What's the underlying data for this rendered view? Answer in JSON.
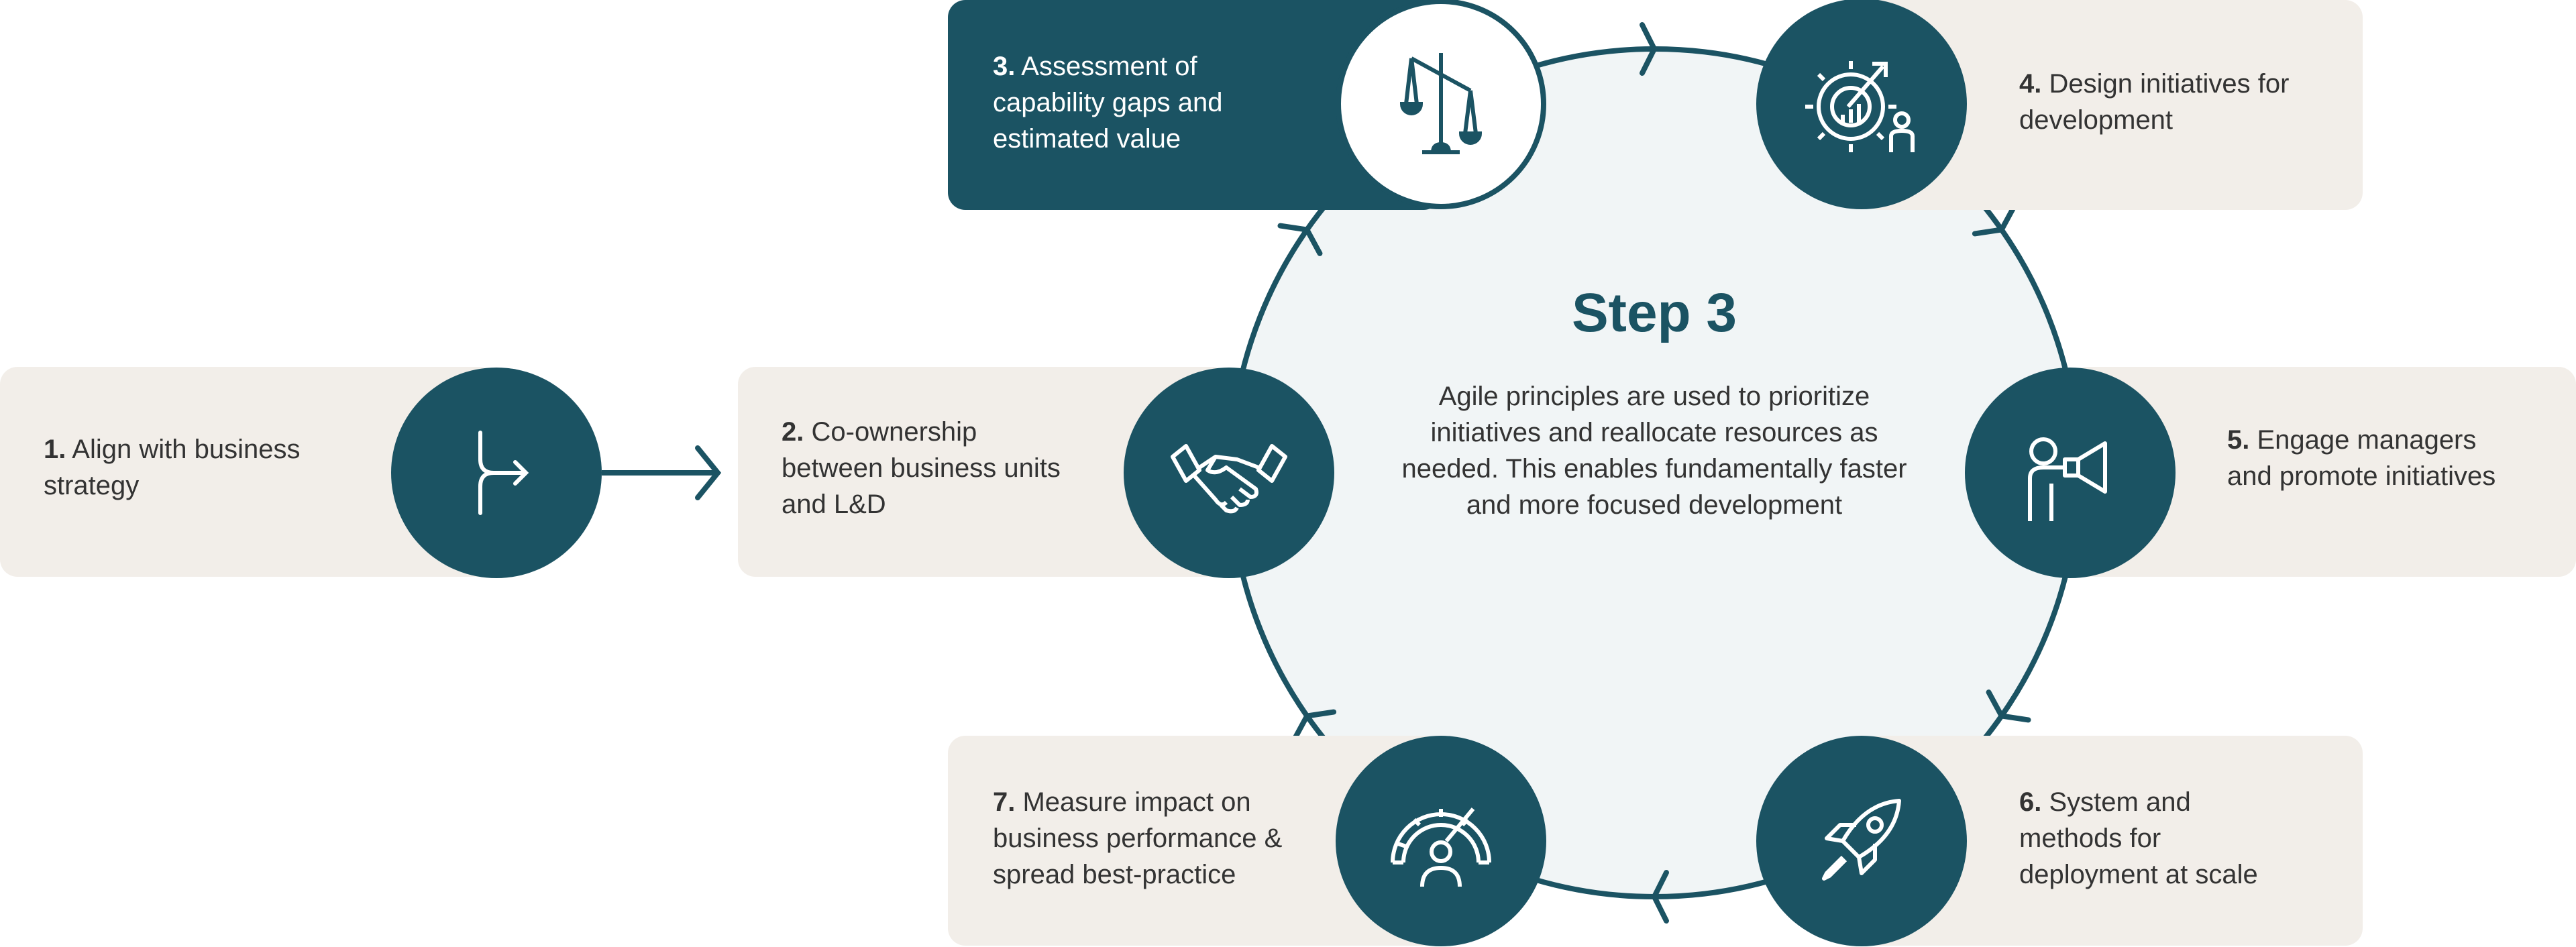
{
  "colors": {
    "primary": "#1b5363",
    "box": "#f2eee9",
    "center_fill": "#f1f5f6"
  },
  "center": {
    "title": "Step 3",
    "body": "Agile principles are used to prioritize initiatives and reallocate resources as needed. This enables fundamentally faster and more focused development"
  },
  "steps": [
    {
      "num": "1.",
      "label": "Align with business strategy",
      "icon": "merge-arrow-icon"
    },
    {
      "num": "2.",
      "label": "Co-ownership between business units and L&D",
      "icon": "handshake-icon"
    },
    {
      "num": "3.",
      "label": "Assessment of capability gaps and estimated value",
      "icon": "scale-icon"
    },
    {
      "num": "4.",
      "label": "Design initiatives for development",
      "icon": "gear-growth-icon"
    },
    {
      "num": "5.",
      "label": "Engage managers and promote initiatives",
      "icon": "megaphone-person-icon"
    },
    {
      "num": "6.",
      "label": "System and methods for deployment at scale",
      "icon": "rocket-icon"
    },
    {
      "num": "7.",
      "label": "Measure impact on business performance & spread best-practice",
      "icon": "gauge-person-icon"
    }
  ]
}
